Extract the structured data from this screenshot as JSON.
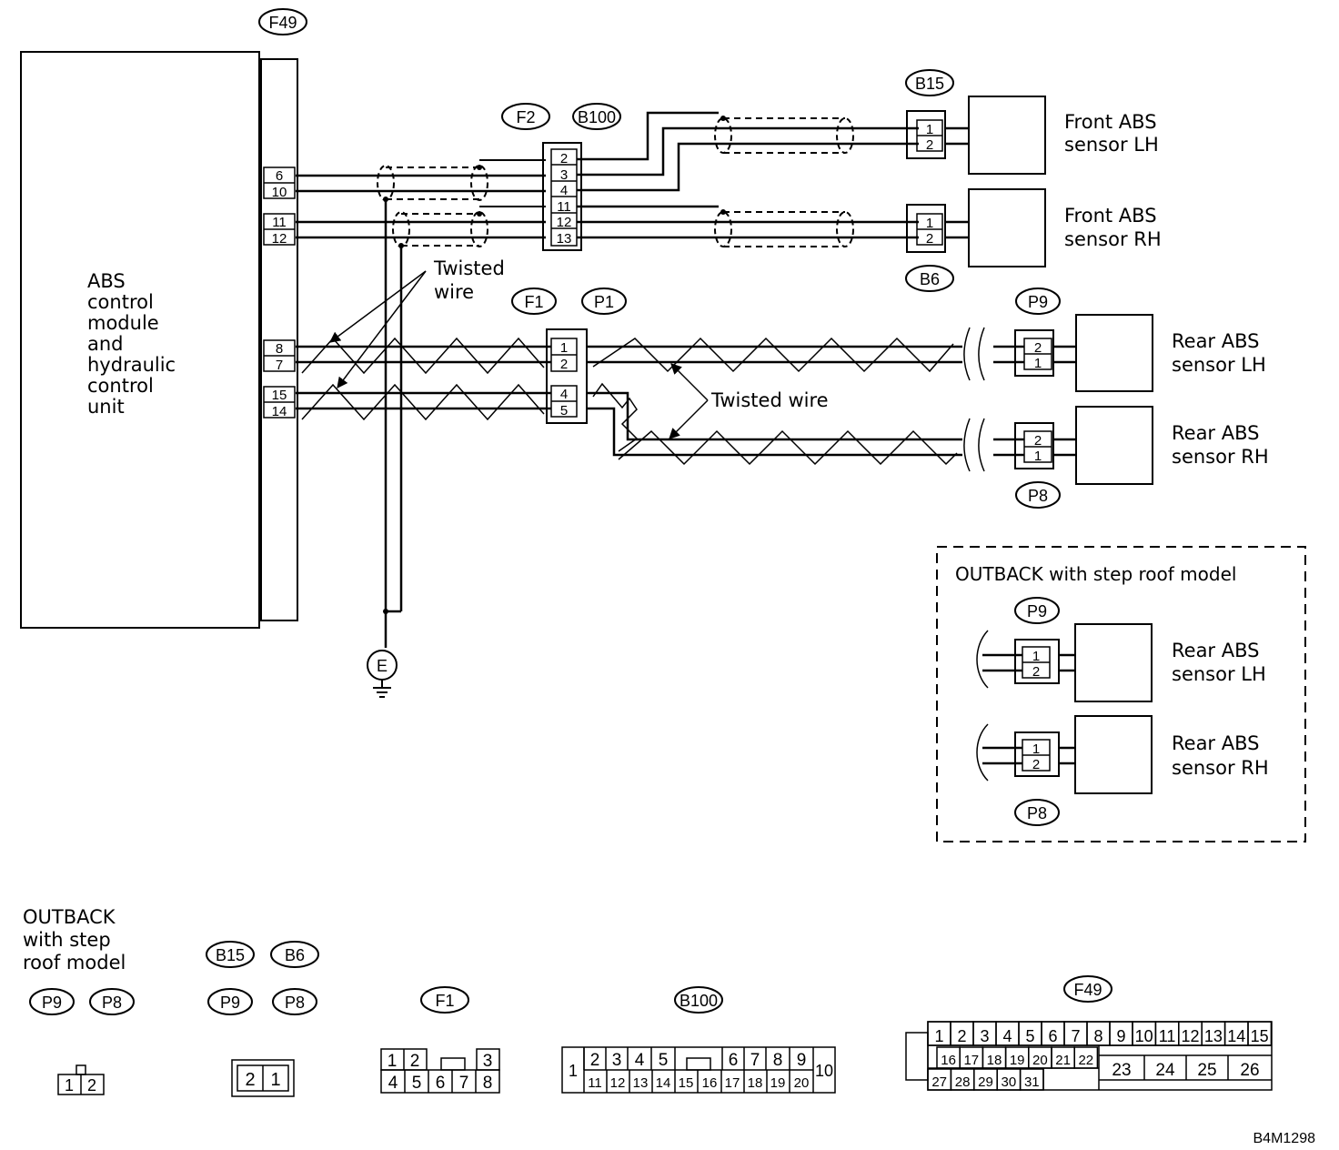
{
  "module": {
    "tag": "F49",
    "label_lines": [
      "ABS",
      "control",
      "module",
      "and",
      "hydraulic",
      "control",
      "unit"
    ],
    "pins": [
      "6",
      "10",
      "11",
      "12",
      "8",
      "7",
      "15",
      "14"
    ]
  },
  "ground": {
    "symbol": "E"
  },
  "front_connectors": {
    "f2": "F2",
    "b100": "B100",
    "pins": [
      "2",
      "3",
      "4",
      "11",
      "12",
      "13"
    ]
  },
  "rear_connectors": {
    "f1": "F1",
    "p1": "P1",
    "pins": [
      "1",
      "2",
      "4",
      "5"
    ]
  },
  "sensors": {
    "front_lh": {
      "tag": "B15",
      "line1": "Front ABS",
      "line2": "sensor LH",
      "pins": [
        "1",
        "2"
      ]
    },
    "front_rh": {
      "tag": "B6",
      "line1": "Front ABS",
      "line2": "sensor RH",
      "pins": [
        "1",
        "2"
      ]
    },
    "rear_lh": {
      "tag": "P9",
      "line1": "Rear ABS",
      "line2": "sensor LH",
      "pins": [
        "2",
        "1"
      ]
    },
    "rear_rh": {
      "tag": "P8",
      "line1": "Rear ABS",
      "line2": "sensor RH",
      "pins": [
        "2",
        "1"
      ]
    }
  },
  "twisted_labels": {
    "upper_line1": "Twisted",
    "upper_line2": "wire",
    "lower": "Twisted wire"
  },
  "outback_box": {
    "title": "OUTBACK with step roof model",
    "rear_lh": {
      "tag": "P9",
      "line1": "Rear ABS",
      "line2": "sensor LH",
      "pins": [
        "1",
        "2"
      ]
    },
    "rear_rh": {
      "tag": "P8",
      "line1": "Rear ABS",
      "line2": "sensor RH",
      "pins": [
        "1",
        "2"
      ]
    }
  },
  "connector_views": {
    "outback_title": [
      "OUTBACK",
      "with step",
      "roof model"
    ],
    "group1": {
      "tags": [
        "P9",
        "P8"
      ],
      "pins": [
        "1",
        "2"
      ]
    },
    "group2": {
      "tags": [
        "B15",
        "B6",
        "P9",
        "P8"
      ],
      "pins": [
        "2",
        "1"
      ]
    },
    "f1": {
      "tag": "F1",
      "row1": [
        "1",
        "2",
        "3"
      ],
      "row2": [
        "4",
        "5",
        "6",
        "7",
        "8"
      ]
    },
    "b100": {
      "tag": "B100",
      "left": "1",
      "right": "10",
      "row1a": [
        "2",
        "3",
        "4",
        "5"
      ],
      "row1b": [
        "6",
        "7",
        "8",
        "9"
      ],
      "row2": [
        "11",
        "12",
        "13",
        "14",
        "15",
        "16",
        "17",
        "18",
        "19",
        "20"
      ]
    },
    "f49": {
      "tag": "F49",
      "row1": [
        "1",
        "2",
        "3",
        "4",
        "5",
        "6",
        "7",
        "8",
        "9",
        "10",
        "11",
        "12",
        "13",
        "14",
        "15"
      ],
      "row2": [
        "16",
        "17",
        "18",
        "19",
        "20",
        "21",
        "22"
      ],
      "row3": [
        "27",
        "28",
        "29",
        "30",
        "31"
      ],
      "big": [
        "23",
        "24",
        "25",
        "26"
      ]
    }
  },
  "figure_code": "B4M1298"
}
